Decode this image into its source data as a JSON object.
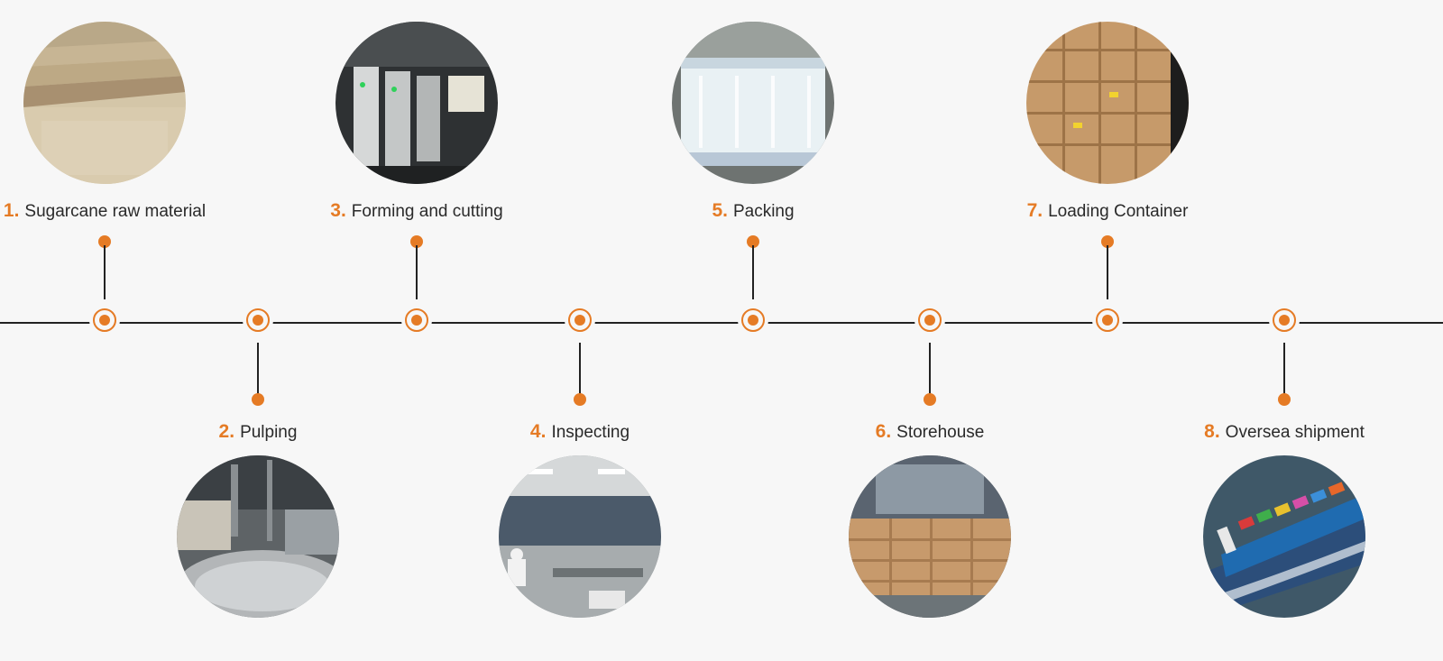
{
  "accent_color": "#e57b25",
  "line_color": "#222222",
  "steps": [
    {
      "num": "1.",
      "label": "Sugarcane raw material",
      "image": "sugarcane-pulp-board-photo"
    },
    {
      "num": "2.",
      "label": "Pulping",
      "image": "pulping-machine-photo"
    },
    {
      "num": "3.",
      "label": "Forming and cutting",
      "image": "forming-machine-photo"
    },
    {
      "num": "4.",
      "label": "Inspecting",
      "image": "inspection-workshop-photo"
    },
    {
      "num": "5.",
      "label": "Packing",
      "image": "packed-plates-photo"
    },
    {
      "num": "6.",
      "label": "Storehouse",
      "image": "warehouse-cartons-photo"
    },
    {
      "num": "7.",
      "label": "Loading Container",
      "image": "container-cartons-photo"
    },
    {
      "num": "8.",
      "label": "Oversea shipment",
      "image": "cargo-ship-photo"
    }
  ]
}
